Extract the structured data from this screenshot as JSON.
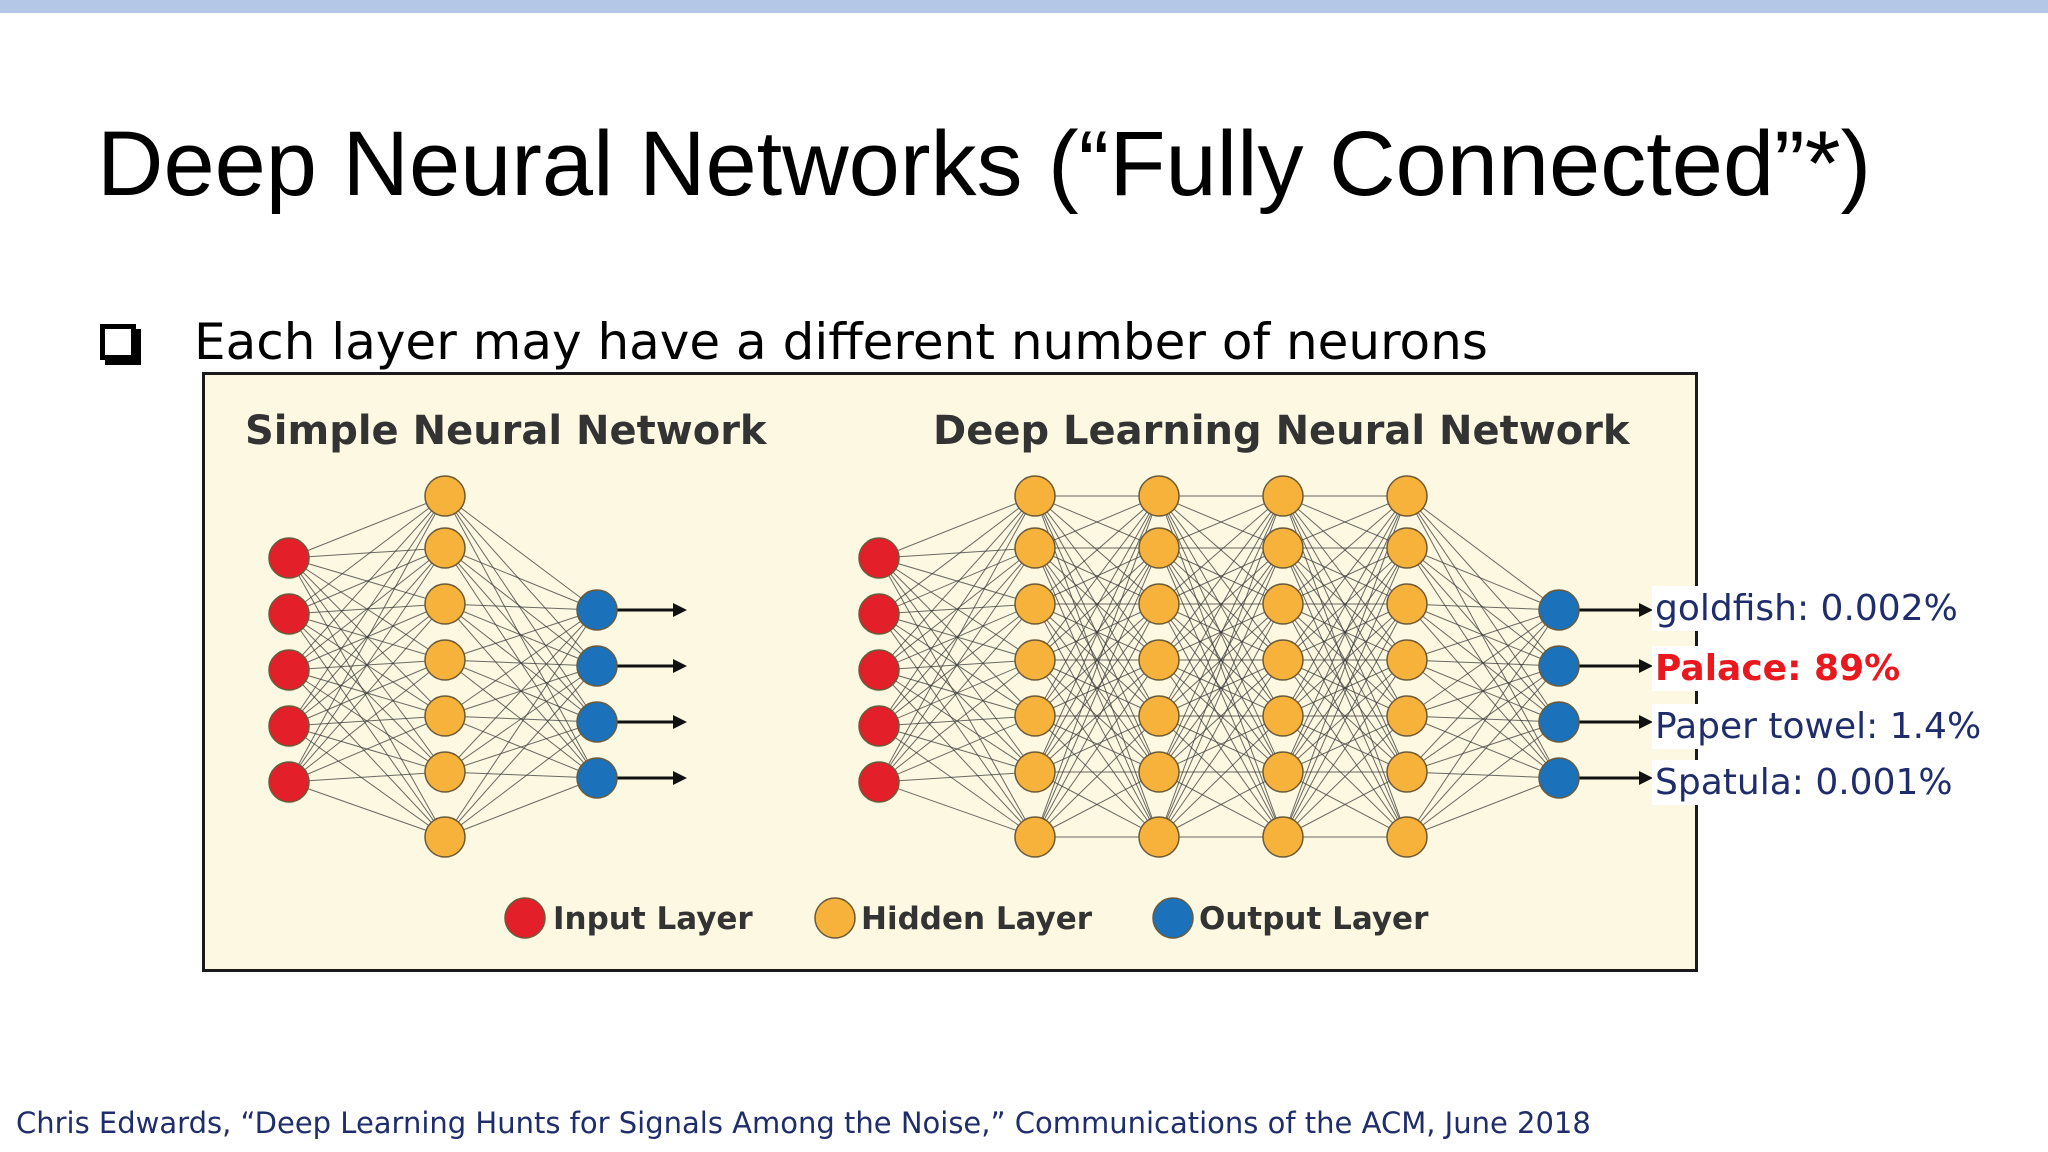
{
  "slide": {
    "title": "Deep Neural Networks (“Fully Connected”*)",
    "bullet": "Each layer may have a different number of neurons",
    "citation": "Chris Edwards, “Deep Learning Hunts for Signals Among the Noise,” Communications of the ACM, June 2018",
    "accent_bar_color": "#b4c7e7"
  },
  "diagram": {
    "simple_title": "Simple Neural Network",
    "deep_title": "Deep Learning Neural Network",
    "simple_layers": [
      5,
      7,
      4
    ],
    "deep_layers": [
      5,
      7,
      7,
      7,
      7,
      4
    ],
    "legend": {
      "input": "Input Layer",
      "hidden": "Hidden Layer",
      "output": "Output Layer"
    },
    "colors": {
      "input": "#e3202a",
      "hidden": "#f7b23b",
      "output": "#1b72bb",
      "background": "#fcf8e1"
    }
  },
  "outputs": [
    {
      "label": "goldfish: 0.002%",
      "highlight": false
    },
    {
      "label": "Palace: 89%",
      "highlight": true
    },
    {
      "label": "Paper towel: 1.4%",
      "highlight": false
    },
    {
      "label": "Spatula: 0.001%",
      "highlight": false
    }
  ]
}
